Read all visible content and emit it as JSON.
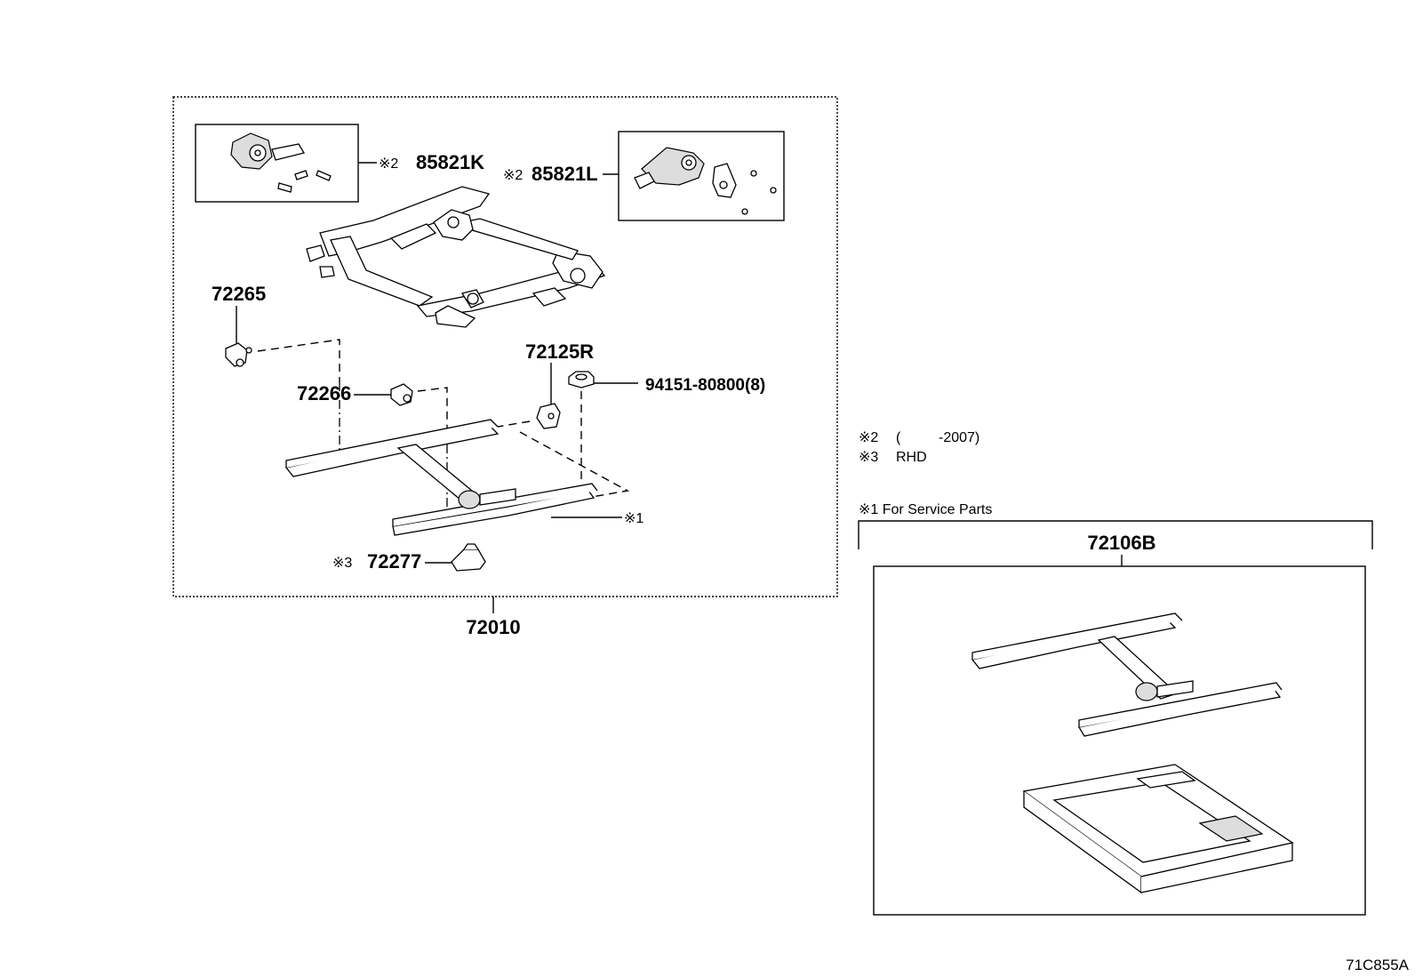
{
  "diagram": {
    "figure_code": "71C855A",
    "main_assembly": "72010",
    "parts": {
      "motor_k": "85821K",
      "motor_l": "85821L",
      "p72265": "72265",
      "p72266": "72266",
      "p72125r": "72125R",
      "nut": "94151-80800(8)",
      "p72277": "72277",
      "p72106b": "72106B"
    },
    "markers": {
      "m1": "※1",
      "m2a": "※2",
      "m2b": "※2",
      "m3": "※3"
    },
    "notes": {
      "n2_mark": "※2",
      "n2_text": "(",
      "n2_year": "-2007)",
      "n3_mark": "※3",
      "n3_text": "RHD",
      "n1": "※1 For Service Parts"
    }
  }
}
